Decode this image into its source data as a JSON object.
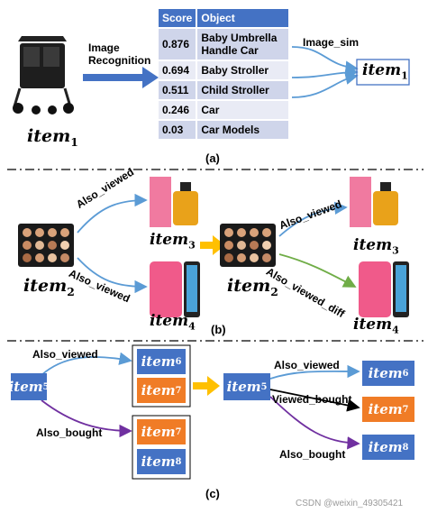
{
  "panel_a": {
    "caption": "(a)",
    "arrow_label_line1": "Image",
    "arrow_label_line2": "Recognition",
    "image_sim_label": "Image_sim",
    "item_left": "item",
    "item_left_sub": "1",
    "item_right": "item",
    "item_right_sub": "1",
    "table": {
      "headers": [
        "Score",
        "Object"
      ],
      "rows": [
        [
          "0.876",
          "Baby Umbrella Handle Car"
        ],
        [
          "0.694",
          "Baby Stroller"
        ],
        [
          "0.511",
          "Child Stroller"
        ],
        [
          "0.246",
          "Car"
        ],
        [
          "0.03",
          "Car Models"
        ]
      ]
    }
  },
  "panel_b": {
    "caption": "(b)",
    "label_also_viewed_top": "Also_viewed",
    "label_also_viewed_bottom": "Also_viewed",
    "label_also_viewed_right": "Also_viewed",
    "label_also_viewed_diff": "Also_viewed_diff",
    "item2_left": "item",
    "item2_left_sub": "2",
    "item3_left": "item",
    "item3_left_sub": "3",
    "item4_left": "item",
    "item4_left_sub": "4",
    "item2_right": "item",
    "item2_right_sub": "2",
    "item3_right": "item",
    "item3_right_sub": "3",
    "item4_right": "item",
    "item4_right_sub": "4"
  },
  "panel_c": {
    "caption": "(c)",
    "label_also_viewed_left": "Also_viewed",
    "label_also_bought_left": "Also_bought",
    "label_also_viewed_right": "Also_viewed",
    "label_viewed_bought_right": "Viewed_bought",
    "label_also_bought_right": "Also_bought",
    "item5_left": "item",
    "item5_left_sub": "5",
    "item6_left": "item",
    "item6_left_sub": "6",
    "item7_left_top": "item",
    "item7_left_top_sub": "7",
    "item7_left_bottom": "item",
    "item7_left_bottom_sub": "7",
    "item8_left": "item",
    "item8_left_sub": "8",
    "item5_right": "item",
    "item5_right_sub": "5",
    "item6_right": "item",
    "item6_right_sub": "6",
    "item7_right": "item",
    "item7_right_sub": "7",
    "item8_right": "item",
    "item8_right_sub": "8"
  },
  "watermark": "CSDN @weixin_49305421",
  "colors": {
    "table_header": "#4472c4",
    "box_blue": "#4472c4",
    "box_orange": "#f07c26",
    "arrow_blue": "#5b9bd5",
    "arrow_green": "#70ad47",
    "arrow_purple": "#7030a0",
    "arrow_yellow": "#ffc000"
  }
}
